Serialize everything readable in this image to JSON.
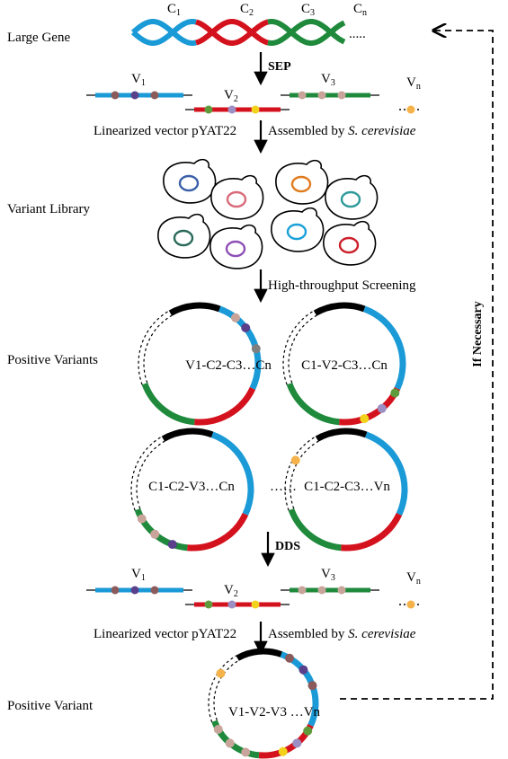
{
  "colors": {
    "blue": "#1a9ad6",
    "red": "#d4121e",
    "green": "#1f8a3c",
    "black": "#000000",
    "dot_purple": "#5a3f8a",
    "dot_brown": "#8b5a5a",
    "dot_gray": "#7f7f7f",
    "dot_green": "#5f9b3a",
    "dot_lavender": "#9c8fc4",
    "dot_yellow": "#f2d21b",
    "dot_orange": "#f5b24a",
    "dot_pink": "#c9a49a"
  },
  "labels": {
    "large_gene": "Large Gene",
    "variant_library": "Variant Library",
    "positive_variants": "Positive Variants",
    "positive_variant": "Positive Variant",
    "if_necessary": "If Necessary"
  },
  "gene": {
    "c1": "C",
    "c1_sub": "1",
    "c2": "C",
    "c2_sub": "2",
    "c3": "C",
    "c3_sub": "3",
    "cn": "C",
    "cn_sub": "n",
    "dots": "....."
  },
  "steps": {
    "sep": "SEP",
    "assembly_vector": "Linearized vector pYAT22",
    "assembly_by": "Assembled by ",
    "assembly_organism": "S. cerevisiae",
    "screening": "High-throughput Screening",
    "dds": "DDS"
  },
  "fragments": {
    "v1": "V",
    "v1_sub": "1",
    "v2": "V",
    "v2_sub": "2",
    "v3": "V",
    "v3_sub": "3",
    "vn": "V",
    "vn_sub": "n"
  },
  "plasmids": {
    "p1": "V1-C2-C3…Cn",
    "p2": "C1-V2-C3…Cn",
    "p3": "C1-C2-V3…Cn",
    "p4": "C1-C2-C3…Vn",
    "final": "V1-V2-V3 …Vn"
  },
  "ellipsis": "……",
  "yeast_ring_colors": [
    "#3b5fa8",
    "#d86a7a",
    "#e07b1e",
    "#2f9a9a",
    "#2a6a5a",
    "#8e4fb5",
    "#1aa0d8",
    "#cc1f2a"
  ]
}
